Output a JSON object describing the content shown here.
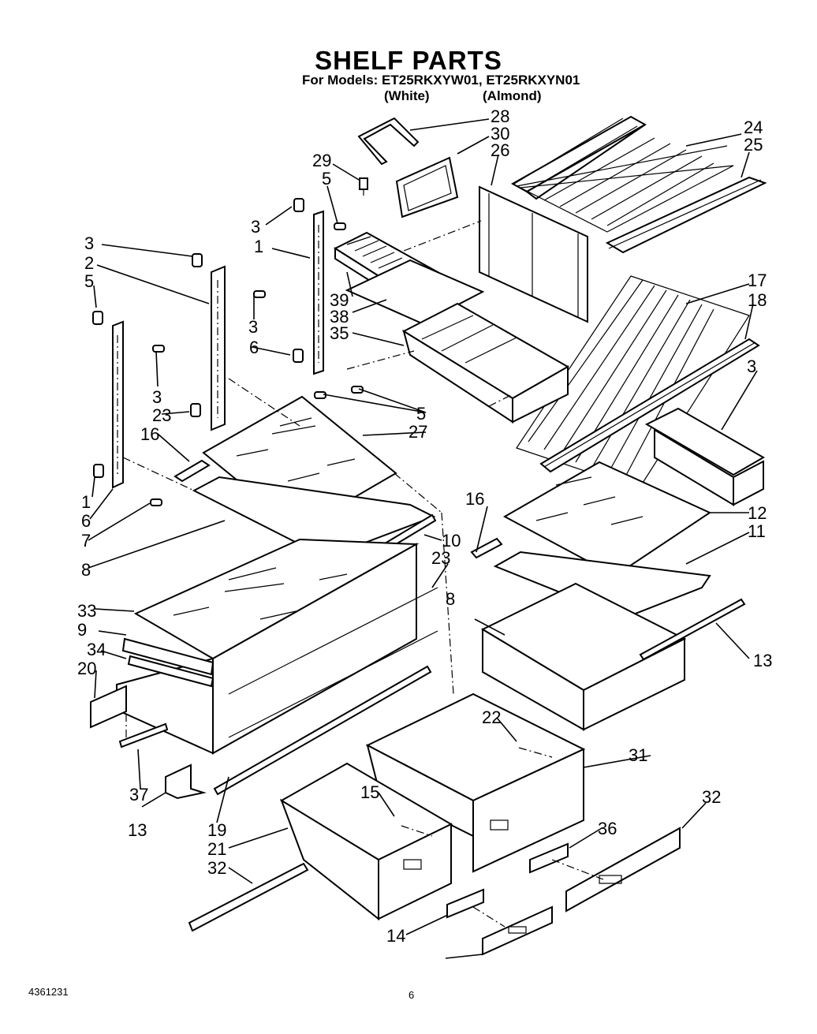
{
  "header": {
    "title": "SHELF PARTS",
    "models_line": "For Models: ET25RKXYW01, ET25RKXYN01",
    "color_white": "(White)",
    "color_almond": "(Almond)"
  },
  "footer": {
    "part_number": "4361231",
    "page_number": "6"
  },
  "callouts": [
    "28",
    "30",
    "26",
    "29",
    "5",
    "24",
    "25",
    "3",
    "1",
    "3",
    "2",
    "39",
    "38",
    "35",
    "17",
    "18",
    "5",
    "3",
    "6",
    "5",
    "3",
    "23",
    "16",
    "27",
    "3",
    "1",
    "6",
    "7",
    "8",
    "10",
    "23",
    "16",
    "12",
    "11",
    "33",
    "9",
    "34",
    "20",
    "8",
    "13",
    "22",
    "31",
    "37",
    "13",
    "15",
    "19",
    "21",
    "32",
    "36",
    "32",
    "14"
  ]
}
